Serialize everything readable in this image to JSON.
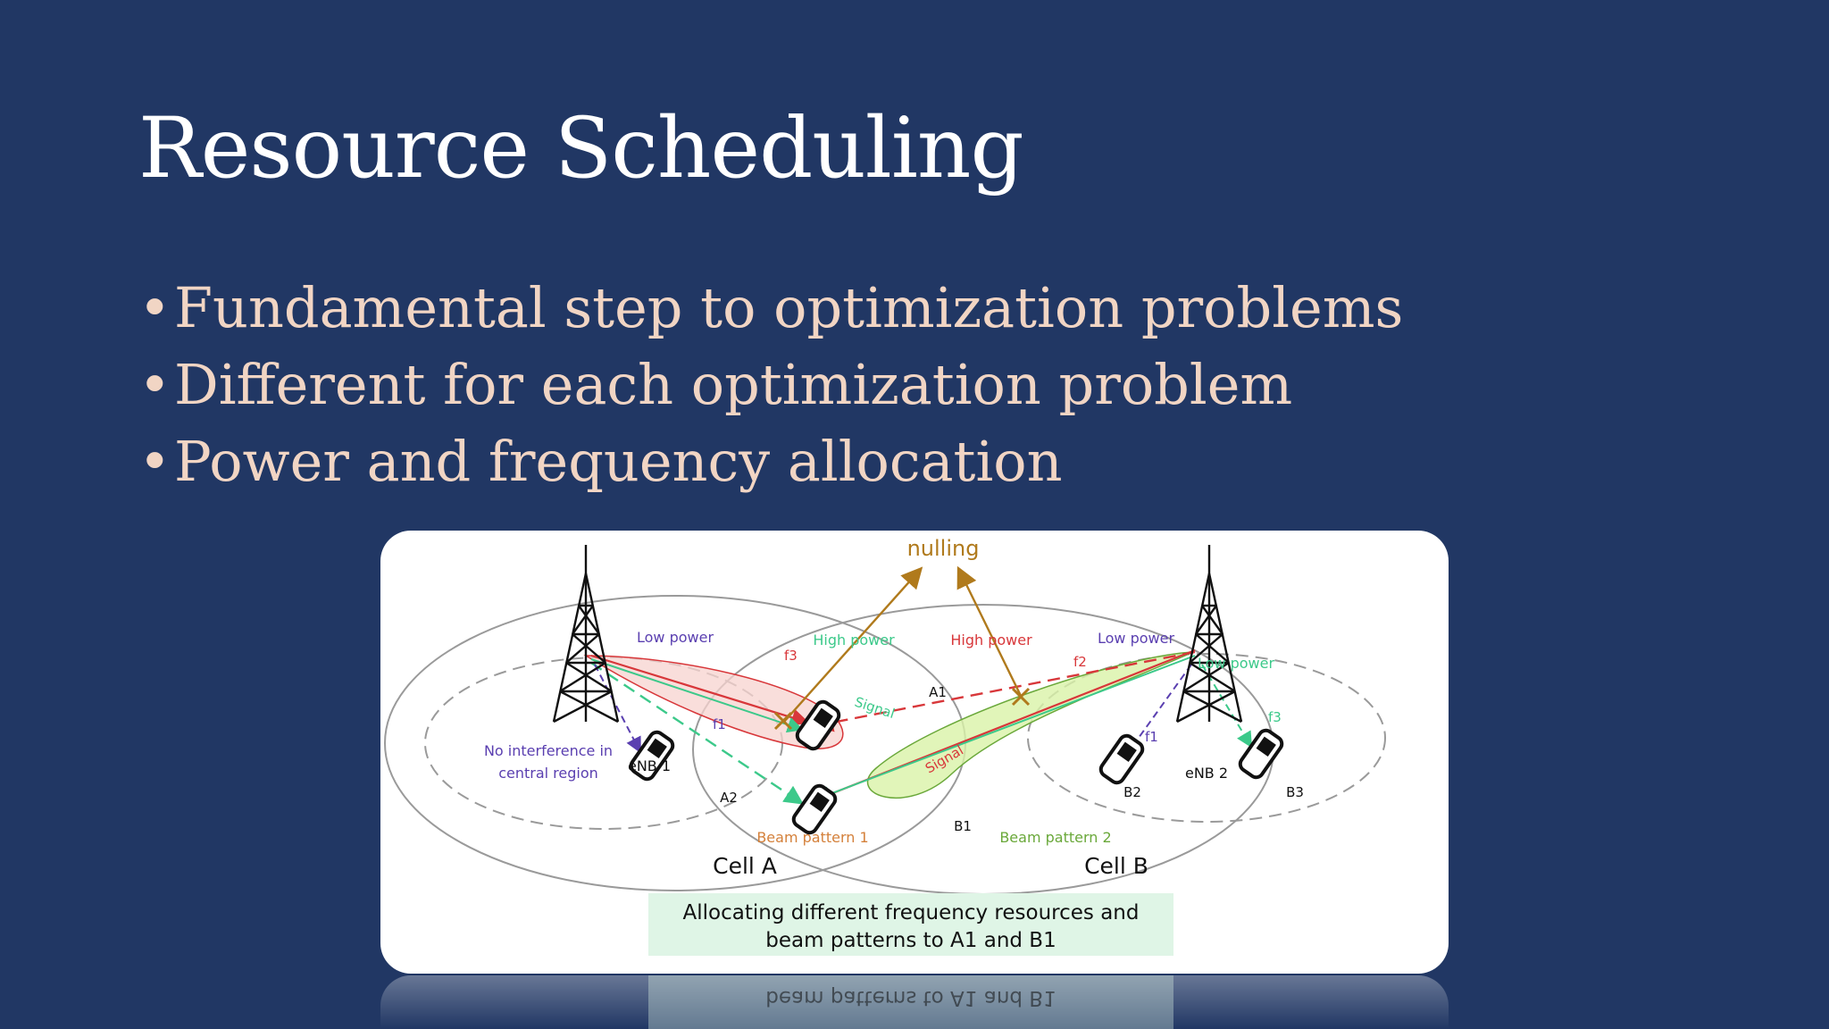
{
  "slide": {
    "title": "Resource Scheduling",
    "bullets": [
      "Fundamental step to optimization problems",
      "Different for each optimization problem",
      "Power and frequency allocation"
    ],
    "bullet_glyph": "•"
  },
  "diagram": {
    "nulling": "nulling",
    "low_power_left": "Low power",
    "high_power_a": "High power",
    "high_power_b": "High power",
    "low_power_right": "Low power",
    "low_power_b3": "Low power",
    "f1_a": "f1",
    "f3_a": "f3",
    "f2_b": "f2",
    "f1_b": "f1",
    "f3_b": "f3",
    "signal_a": "Signal",
    "signal_b": "Signal",
    "no_interference_1": "No interference in",
    "no_interference_2": "central region",
    "enb1": "eNB 1",
    "enb2": "eNB 2",
    "a1": "A1",
    "a2": "A2",
    "b1": "B1",
    "b2": "B2",
    "b3": "B3",
    "beam1": "Beam pattern 1",
    "beam2": "Beam pattern 2",
    "cell_a": "Cell A",
    "cell_b": "Cell B",
    "caption_1": "Allocating different frequency resources and",
    "caption_2": "beam patterns to A1 and B1"
  },
  "colors": {
    "background": "#213764",
    "title": "#ffffff",
    "bullet_text": "#f1d5c4",
    "caption_bg": "#dff5e6",
    "red": "#d8373a",
    "green": "#3cc98a",
    "orange": "#b07a1c",
    "purple": "#5a3fb0"
  }
}
